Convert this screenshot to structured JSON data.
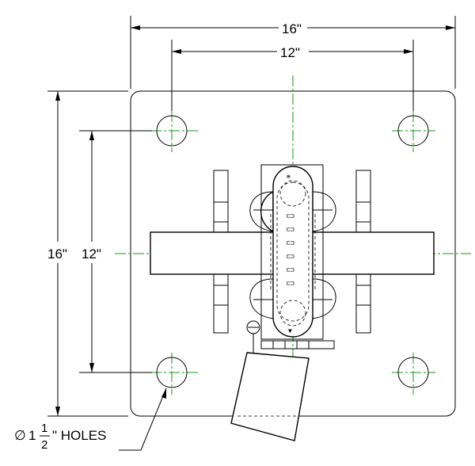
{
  "dimensions": {
    "plate_width": "16\"",
    "hole_spacing_horizontal": "12\"",
    "plate_height": "16\"",
    "hole_spacing_vertical": "12\""
  },
  "hole_callout": {
    "diameter_symbol": "∅",
    "whole": "1",
    "frac_num": "1",
    "frac_den": "2",
    "suffix": "\" HOLES"
  },
  "colors": {
    "linework": "#000000",
    "centerline": "#1a9a1a"
  }
}
